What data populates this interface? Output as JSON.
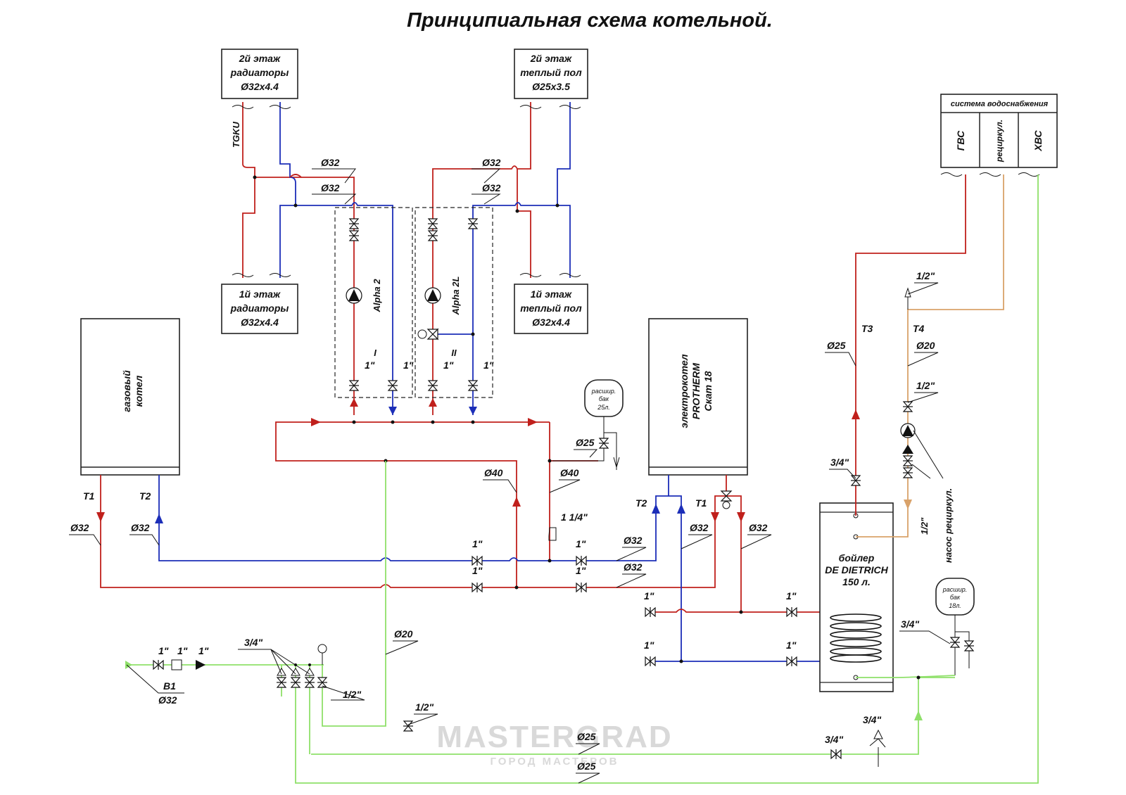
{
  "title": "Принципиальная схема котельной.",
  "boxes": {
    "rad2": [
      "2й этаж",
      "радиаторы",
      "Ø32x4.4"
    ],
    "rad1": [
      "1й этаж",
      "радиаторы",
      "Ø32x4.4"
    ],
    "floor2": [
      "2й этаж",
      "теплый пол",
      "Ø25x3.5"
    ],
    "floor1": [
      "1й этаж",
      "теплый пол",
      "Ø32x4.4"
    ],
    "gas_boiler": [
      "газовый",
      "котел"
    ],
    "electric_boiler": [
      "электрокотел",
      "PROTHERM",
      "Скат 18"
    ],
    "water_heater": [
      "бойлер",
      "DE DIETRICH",
      "150 л."
    ],
    "water_supply": {
      "header": "система водоснабжения",
      "columns": [
        "ГВС",
        "рециркул.",
        "ХВС"
      ]
    },
    "exp_tank_25": [
      "расшир.",
      "бак",
      "25л."
    ],
    "exp_tank_18": [
      "расшир.",
      "бак",
      "18л."
    ]
  },
  "pumps": {
    "alpha2": "Alpha 2",
    "alpha2l": "Alpha 2L",
    "circuit_1": "I",
    "circuit_2": "II"
  },
  "lines": {
    "t1": "T1",
    "t2": "T2",
    "t3": "T3",
    "t4": "T4",
    "b1": "B1",
    "clipped_label": "TGKU"
  },
  "sizes": {
    "d32": "Ø32",
    "d25": "Ø25",
    "d40": "Ø40",
    "d20": "Ø20",
    "in1": "1\"",
    "in114": "1 1/4\"",
    "in34": "3/4\"",
    "in12": "1/2\""
  },
  "recirc_pump": "насос рециркул.",
  "watermark": {
    "main": "MASTERGRAD",
    "sub": "ГОРОД МАСТЕРОВ"
  },
  "colors": {
    "supply": "#c0201c",
    "return": "#1c2eb8",
    "cold_water": "#8fe06a",
    "recirculation": "#d9a26a"
  }
}
